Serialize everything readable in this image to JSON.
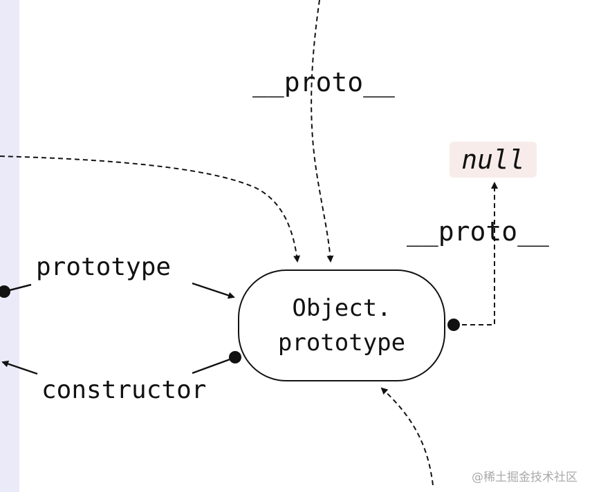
{
  "diagram": {
    "node": {
      "line1": "Object.",
      "line2": "prototype"
    },
    "labels": {
      "proto_top": "__proto__",
      "proto_right": "__proto__",
      "prototype": "prototype",
      "constructor": "constructor",
      "null": "null"
    },
    "colors": {
      "ink": "#111111",
      "null_badge_bg": "#f7ecea",
      "left_strip": "#ebeaf9"
    }
  },
  "watermark": {
    "text": "@稀土掘金技术社区"
  }
}
